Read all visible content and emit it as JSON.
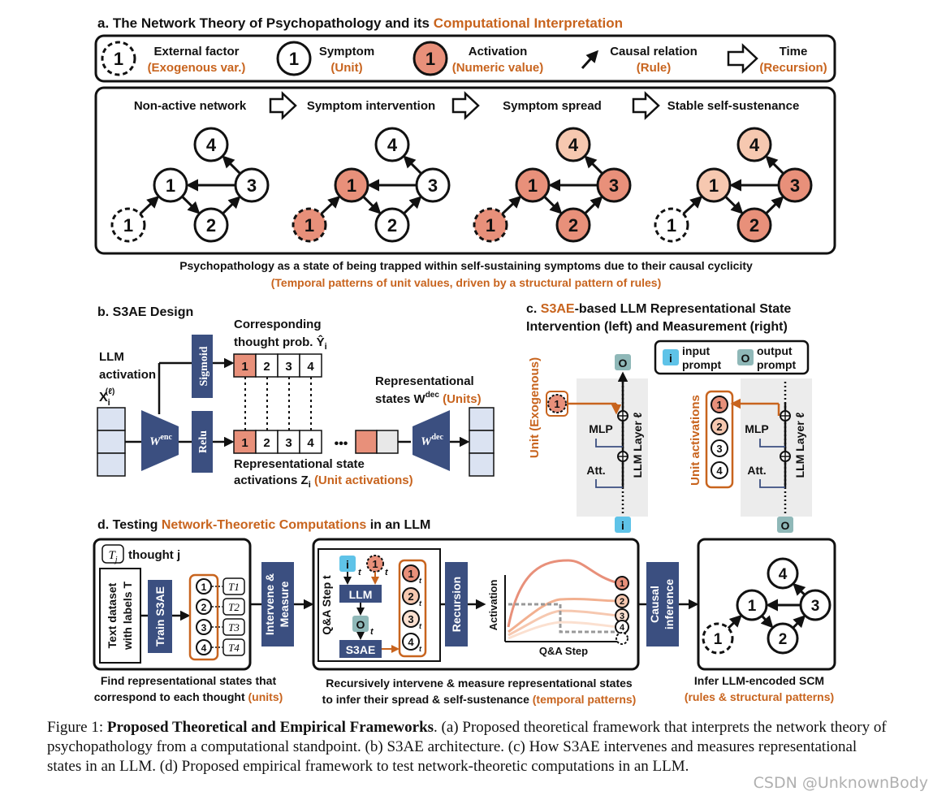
{
  "panel_a": {
    "title_prefix": "a. The Network Theory of Psychopathology and its ",
    "title_highlight": "Computational Interpretation",
    "legend": [
      {
        "label": "External factor",
        "sub": "(Exogenous var.)"
      },
      {
        "label": "Symptom",
        "sub": "(Unit)"
      },
      {
        "label": "Activation",
        "sub": "(Numeric value)"
      },
      {
        "label": "Causal relation",
        "sub": "(Rule)"
      },
      {
        "label": "Time",
        "sub": "(Recursion)"
      }
    ],
    "stages": [
      "Non-active network",
      "Symptom intervention",
      "Symptom spread",
      "Stable self-sustenance"
    ],
    "node_labels": [
      "1",
      "2",
      "3",
      "4"
    ],
    "footer": "Psychopathology as a state of being trapped within self-sustaining symptoms due to their causal cyclicity",
    "footer_sub": "(Temporal patterns of unit values, driven by a structural pattern of rules)"
  },
  "panel_b": {
    "title": "b. S3AE Design",
    "llm_activation": [
      "LLM",
      "activation"
    ],
    "x_label": "X",
    "x_sub": "i",
    "x_sup": "(ℓ)",
    "sigmoid": "Sigmoid",
    "relu": "Relu",
    "w_enc": "W",
    "w_enc_sup": "enc",
    "w_dec": "W",
    "w_dec_sup": "dec",
    "corresponding": [
      "Corresponding",
      "thought prob. Ŷ"
    ],
    "corresponding_sub": "i",
    "cells": [
      "1",
      "2",
      "3",
      "4"
    ],
    "rep_states": "Representational",
    "rep_states2": "states W",
    "rep_states2_sup": "dec",
    "rep_states_units": "(Units)",
    "rep_act1": "Representational state",
    "rep_act2": "activations Z",
    "rep_act2_sub": "i",
    "rep_act_units": "(Unit activations)",
    "ellipsis": "•••"
  },
  "panel_c": {
    "title_prefix": "c. ",
    "title_highlight": "S3AE",
    "title_rest": "-based LLM Representational State",
    "title_line2": "Intervention (left) and Measurement (right)",
    "input_prompt": [
      "input",
      "prompt"
    ],
    "output_prompt": [
      "output",
      "prompt"
    ],
    "i": "i",
    "o": "O",
    "unit_exogenous": "Unit (Exogenous)",
    "unit_activations": "Unit activations",
    "mlp": "MLP",
    "att": "Att.",
    "llm_layer": "LLM Layer ℓ",
    "node_1": "1",
    "nodes": [
      "1",
      "2",
      "3",
      "4"
    ]
  },
  "panel_d": {
    "title_prefix": "d. Testing ",
    "title_highlight": "Network-Theoretic Computations",
    "title_rest": " in an LLM",
    "thought_j": "thought j",
    "tj": "T",
    "tj_sub": "j",
    "text_dataset": [
      "Text dataset",
      "with labels T"
    ],
    "train_s3ae": "Train S3AE",
    "units": [
      "1",
      "2",
      "3",
      "4"
    ],
    "t_labels": [
      "T1",
      "T2",
      "T3",
      "T4"
    ],
    "intervene": [
      "Intervene &",
      "Measure"
    ],
    "qa_step": "Q&A Step t",
    "i_t": "i",
    "one_t": "1",
    "llm": "LLM",
    "o_t": "O",
    "s3ae": "S3AE",
    "t": "t",
    "recursion": "Recursion",
    "activation": "Activation",
    "qa_step_axis": "Q&A Step",
    "causal": [
      "Causal",
      "inference"
    ],
    "captions": {
      "left1": "Find representational states that",
      "left2": "correspond to each thought ",
      "left2_hl": "(units)",
      "mid1": "Recursively intervene & measure representational states",
      "mid2": "to infer their spread & self-sustenance ",
      "mid2_hl": "(temporal patterns)",
      "right1": "Infer LLM-encoded SCM",
      "right2_hl": "(rules & structural patterns)"
    }
  },
  "colors": {
    "orange": "#c8641e",
    "navy": "#3b4f80",
    "salmon": "#e8907a",
    "peach": "#f6c8b0",
    "light_peach": "#fbe0d0",
    "grey": "#e8e8e8",
    "cyan": "#5fc3e8",
    "teal": "#8fb8b8"
  },
  "caption": {
    "prefix": "Figure 1: ",
    "bold": "Proposed Theoretical and Empirical Frameworks",
    "rest": ". (a) Proposed theoretical framework that interprets the network theory of psychopathology from a computational standpoint. (b) S3AE architecture. (c) How S3AE intervenes and measures representational states in an LLM. (d) Proposed empirical framework to test network-theoretic computations in an LLM."
  },
  "watermark": "CSDN @UnknownBody"
}
